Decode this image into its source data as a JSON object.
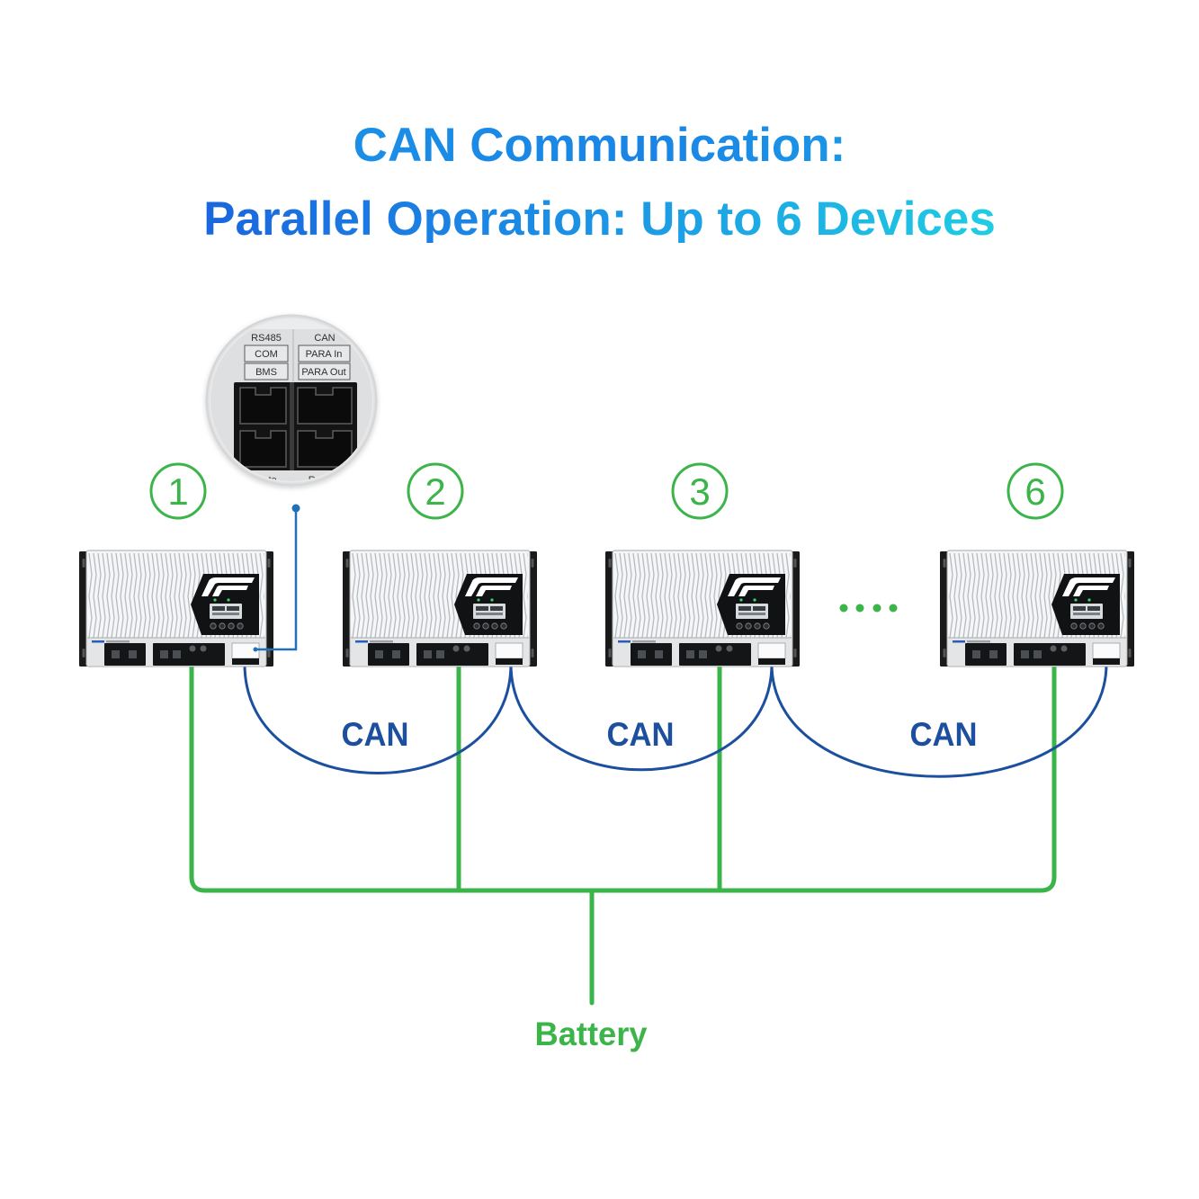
{
  "title": {
    "line1": "CAN Communication:",
    "line2": "Parallel Operation: Up to 6 Devices"
  },
  "colors": {
    "title_start": "#1a66de",
    "title_mid": "#1b8fe6",
    "title_end": "#1fcde2",
    "battery_green": "#3bb44a",
    "can_blue": "#1c4f9e",
    "leader_blue": "#2270b8"
  },
  "inset": {
    "header_left": "RS485",
    "header_right": "CAN",
    "ports": {
      "com": "COM",
      "para_in": "PARA In",
      "bms": "BMS",
      "para_out": "PARA Out"
    },
    "cut_label_left": "ote",
    "cut_label_right": "Rela"
  },
  "devices": [
    {
      "number": "1"
    },
    {
      "number": "2"
    },
    {
      "number": "3"
    },
    {
      "number": "6"
    }
  ],
  "links": [
    {
      "label": "CAN"
    },
    {
      "label": "CAN"
    },
    {
      "label": "CAN"
    }
  ],
  "battery": {
    "label": "Battery"
  },
  "icons": {
    "device": "charge-controller-icon",
    "more_devices": "ellipsis-dots-icon",
    "port_zoom": "rj45-port-zoom-icon"
  }
}
